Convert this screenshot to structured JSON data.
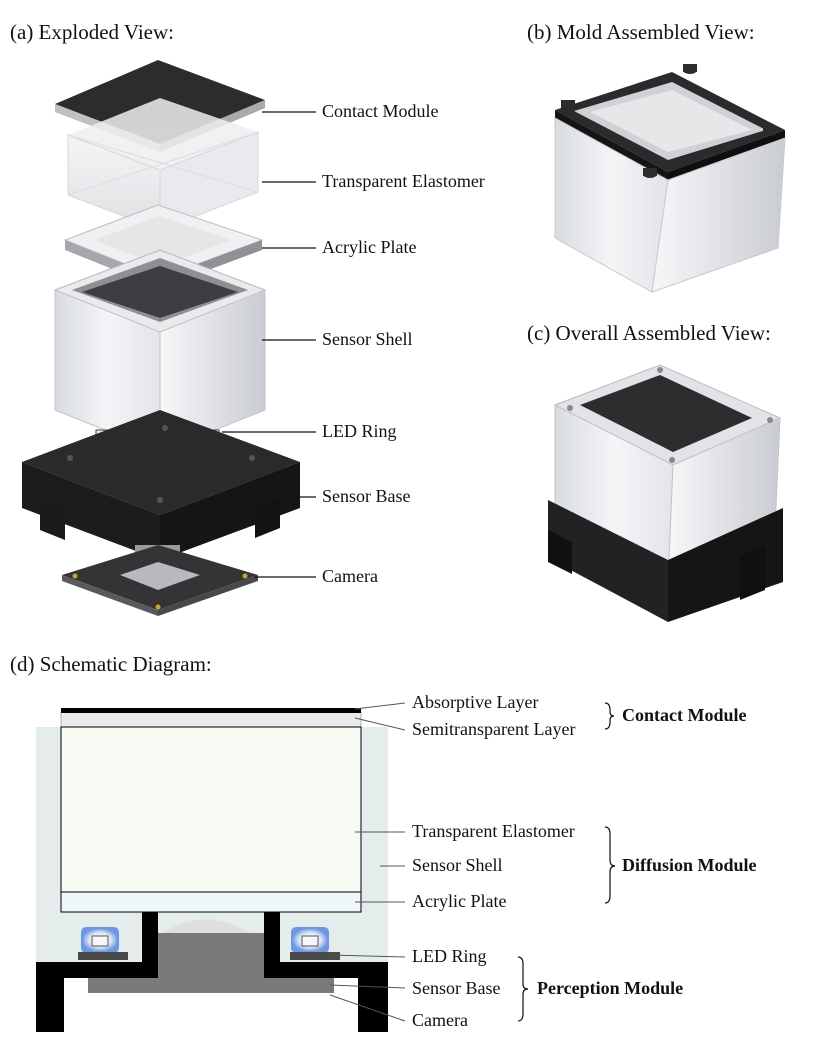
{
  "panels": {
    "a_title": "(a) Exploded View:",
    "b_title": "(b) Mold Assembled View:",
    "c_title": "(c) Overall Assembled View:",
    "d_title": "(d) Schematic Diagram:"
  },
  "exploded_labels": {
    "contact_module": "Contact Module",
    "transparent_elastomer": "Transparent Elastomer",
    "acrylic_plate": "Acrylic Plate",
    "sensor_shell": "Sensor Shell",
    "led_ring": "LED Ring",
    "sensor_base": "Sensor Base",
    "camera": "Camera"
  },
  "schematic_labels": {
    "absorptive_layer": "Absorptive Layer",
    "semitransparent_layer": "Semitransparent Layer",
    "transparent_elastomer": "Transparent Elastomer",
    "sensor_shell": "Sensor Shell",
    "acrylic_plate": "Acrylic Plate",
    "led_ring": "LED Ring",
    "sensor_base": "Sensor Base",
    "camera": "Camera"
  },
  "groups": {
    "contact_module": "Contact Module",
    "diffusion_module": "Diffusion Module",
    "perception_module": "Perception Module"
  },
  "colors": {
    "shell": "#e4ecec",
    "elastomer": "#f7faf3",
    "acrylic": "#eef6fa",
    "base": "#000000",
    "camera": "#7a7a7a",
    "led_glow": "#6f96e0"
  }
}
